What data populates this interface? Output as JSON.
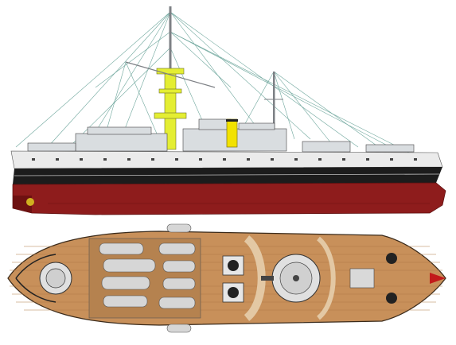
{
  "drawing": {
    "kind": "warship-plan",
    "views": [
      "side-elevation",
      "deck-plan"
    ],
    "colors": {
      "hull_lower": "#8e1c1c",
      "hull_lower_dark": "#6e1111",
      "hull_black": "#1c1c1c",
      "hull_upper": "#ebebeb",
      "superstructure": "#d9dde0",
      "funnel": "#f2e200",
      "mast_yellow": "#e4ee33",
      "mast_grey": "#7d8085",
      "rigging": "#6fa79d",
      "deck_wood": "#c8905a",
      "deck_plank": "#b07a46",
      "deck_light": "#e3c8a4",
      "boat": "#d6d6d6",
      "outline": "#333333",
      "accent_red": "#c21a1a"
    }
  }
}
